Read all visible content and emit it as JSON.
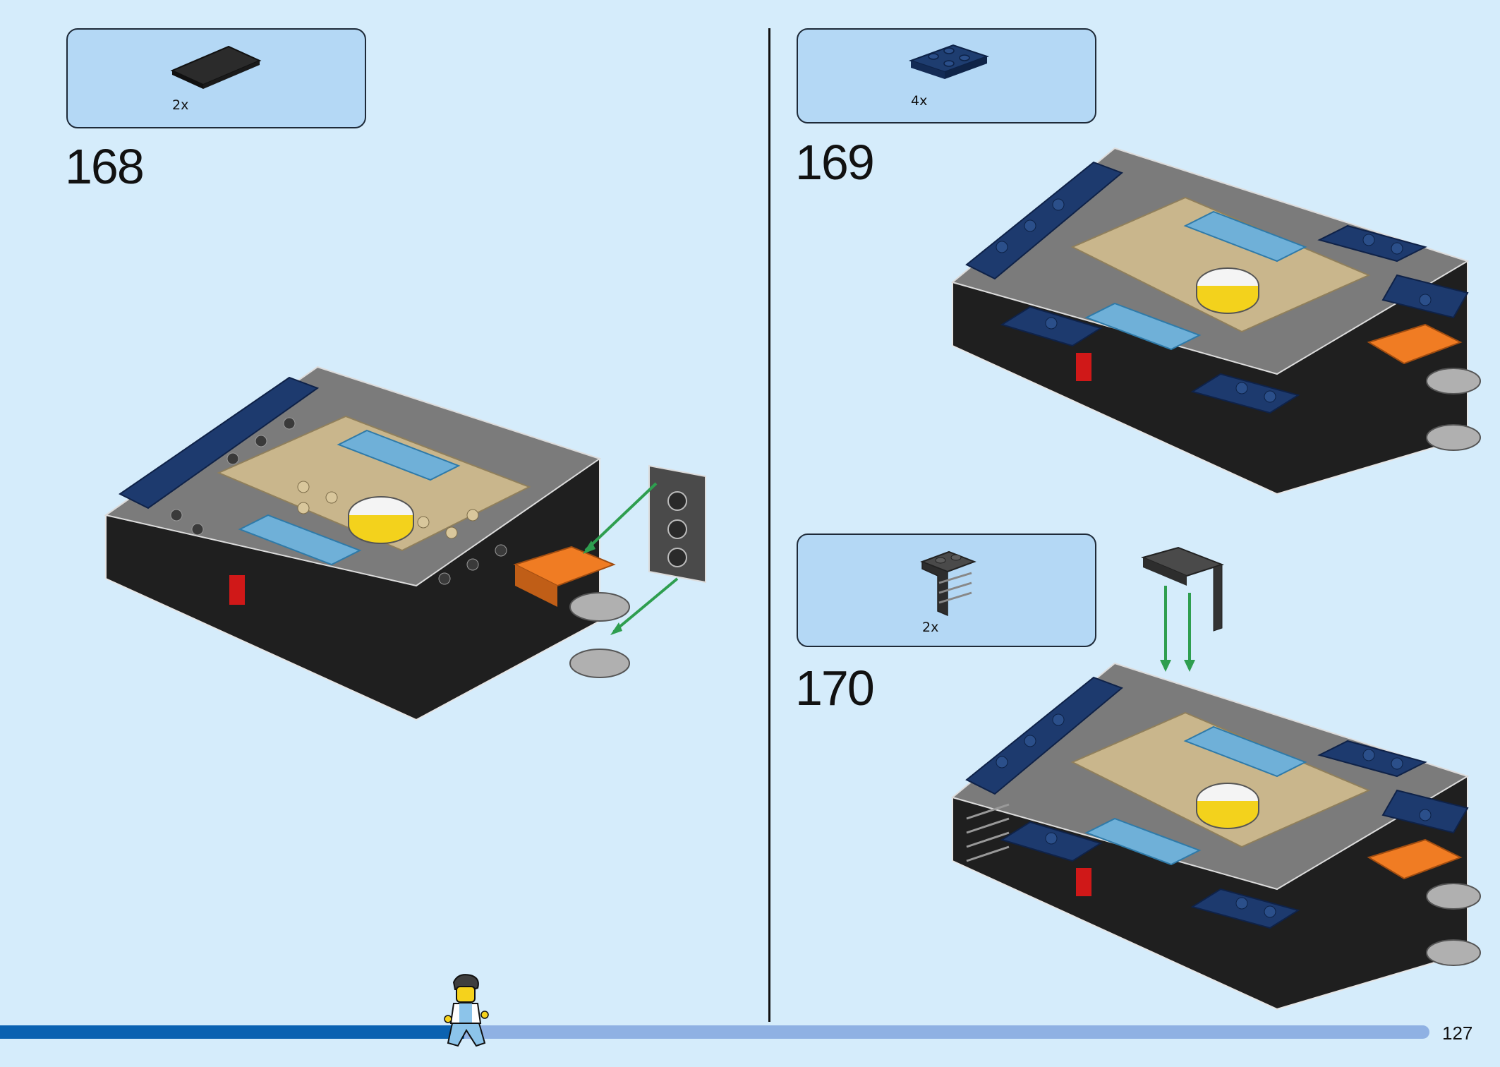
{
  "steps": [
    {
      "number": "168",
      "part_qty": "2x"
    },
    {
      "number": "169",
      "part_qty": "4x"
    },
    {
      "number": "170",
      "part_qty": "2x"
    }
  ],
  "page_number": "127",
  "progress_fraction": 0.325,
  "colors": {
    "background": "#d5ecfb",
    "parts_box": "#b4d8f5",
    "progress_fill": "#0b62b1",
    "progress_track": "#8fb1e3",
    "assembly_arrow": "#2e9e4f"
  },
  "icons": [
    "tile-part-icon",
    "plate-part-icon",
    "bracket-part-icon",
    "minifigure-icon"
  ]
}
